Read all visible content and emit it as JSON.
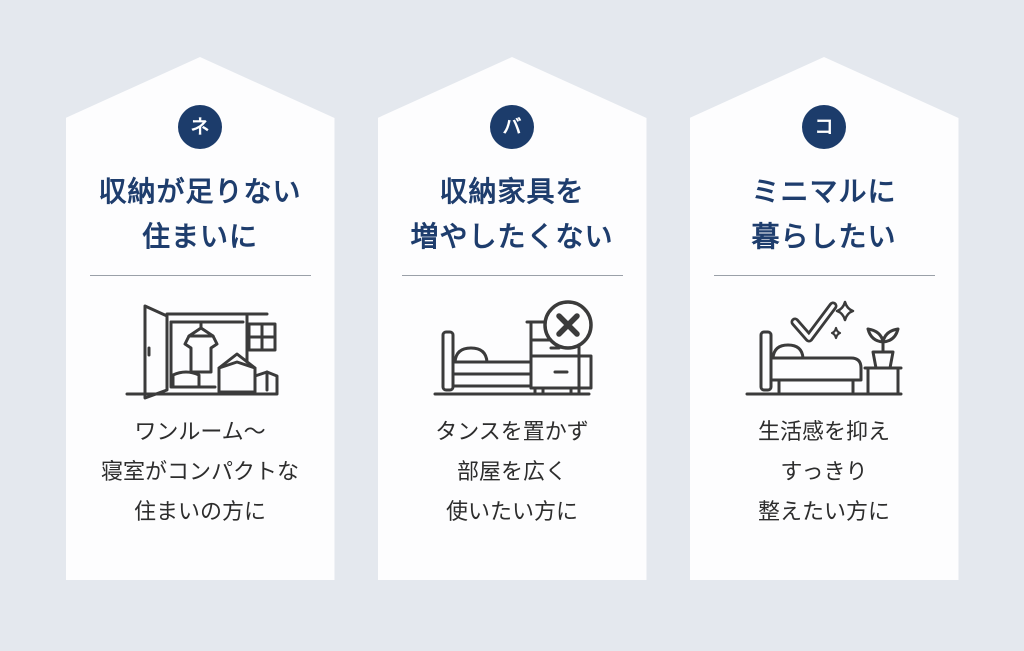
{
  "page": {
    "background_color": "#e4e8ee",
    "card_color": "#fdfdfe",
    "accent_navy": "#1c3c6b",
    "title_color": "#1e3d6d",
    "body_text_color": "#2d2d2d",
    "divider_color": "#9aa0a8"
  },
  "cards": [
    {
      "badge": "ネ",
      "title_lines": [
        "収納が足りない",
        "住まいに"
      ],
      "icon": "open-closet-with-boxes-icon",
      "description_lines": [
        "ワンルーム〜",
        "寝室がコンパクトな",
        "住まいの方に"
      ]
    },
    {
      "badge": "バ",
      "title_lines": [
        "収納家具を",
        "増やしたくない"
      ],
      "icon": "bed-dresser-crossed-out-icon",
      "description_lines": [
        "タンスを置かず",
        "部屋を広く",
        "使いたい方に"
      ]
    },
    {
      "badge": "コ",
      "title_lines": [
        "ミニマルに",
        "暮らしたい"
      ],
      "icon": "bed-checkmark-plant-icon",
      "description_lines": [
        "生活感を抑え",
        "すっきり",
        "整えたい方に"
      ]
    }
  ]
}
